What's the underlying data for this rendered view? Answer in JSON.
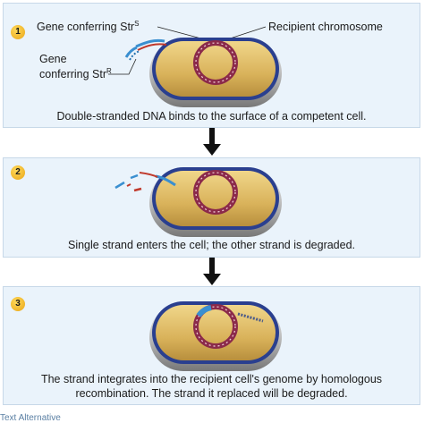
{
  "steps": [
    {
      "number": "1",
      "caption": "Double-stranded DNA binds to the surface of a competent cell.",
      "labels": {
        "gene_strS_text": "Gene conferring Str",
        "gene_strS_sup": "S",
        "recipient_chromosome": "Recipient chromosome",
        "gene_strR_line1": "Gene",
        "gene_strR_line2": "conferring Str",
        "gene_strR_sup": "R"
      }
    },
    {
      "number": "2",
      "caption": "Single strand enters the cell; the other strand is degraded."
    },
    {
      "number": "3",
      "caption_line1": "The strand integrates into the recipient cell's genome by homologous",
      "caption_line2": "recombination. The strand it replaced will be degraded."
    }
  ],
  "footer_text": "Text Alternative",
  "colors": {
    "panel_bg": "#eaf3fb",
    "chromosome": "#8b2a4a",
    "dna_blue": "#3a8fd0",
    "dna_red": "#c0392b",
    "cell_fill": "#e3c06a",
    "badge": "#f2b632"
  }
}
